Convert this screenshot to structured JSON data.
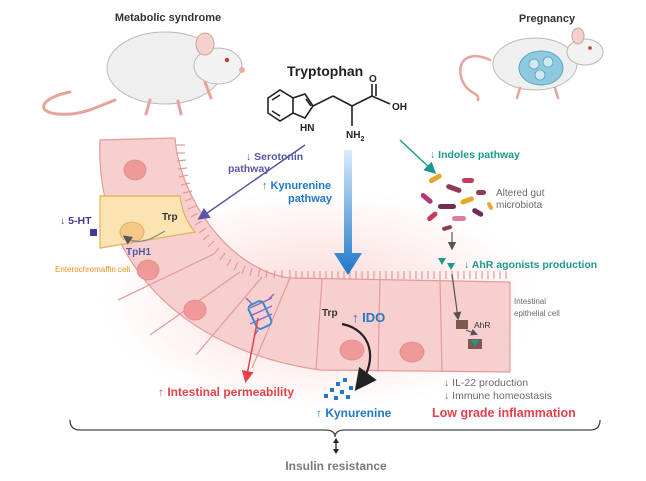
{
  "labels": {
    "metabolic_syndrome": "Metabolic syndrome",
    "pregnancy": "Pregnancy",
    "tryptophan": "Tryptophan",
    "oh": "OH",
    "o": "O",
    "hn": "HN",
    "nh2": "NH",
    "nh2_sub": "2",
    "serotonin_line1": "↓ Serotonin",
    "serotonin_line2": "pathway",
    "kynurenine_pathway_line1": "↑ Kynurenine",
    "kynurenine_pathway_line2": "pathway",
    "indoles_pathway": "↓ Indoles pathway",
    "altered_gut_line1": "Altered gut",
    "altered_gut_line2": "microbiota",
    "five_ht": "↓ 5-HT",
    "trp_enterochromaffin": "Trp",
    "tph1": "TpH1",
    "enterochromaffin_cell": "Enterochromaffin cell",
    "ahr_agonists": "↓ AhR agonists production",
    "intestinal_epithelial_line1": "Intestinal",
    "intestinal_epithelial_line2": "epithelial cell",
    "ahr": "AhR",
    "trp_ido": "Trp",
    "ido": "↑ IDO",
    "intestinal_permeability": "↑ Intestinal permeability",
    "kynurenine": "↑ Kynurenine",
    "il22_production": "↓ IL-22 production",
    "immune_homeostasis": "↓ Immune homeostasis",
    "low_grade_inflammation": "Low grade inflammation",
    "insulin_resistance": "Insulin resistance"
  },
  "colors": {
    "serotonin": "#5856a6",
    "kynurenine_blue": "#1f77c8",
    "indoles_teal": "#1b9a8c",
    "red": "#e5404a",
    "orange": "#f08c1e",
    "gray": "#6b6b6b",
    "cell_fill": "#f6c9c8",
    "cell_stroke": "#e39a99",
    "nucleus": "#ef9a98",
    "ec_fill": "#fbe3b2"
  }
}
